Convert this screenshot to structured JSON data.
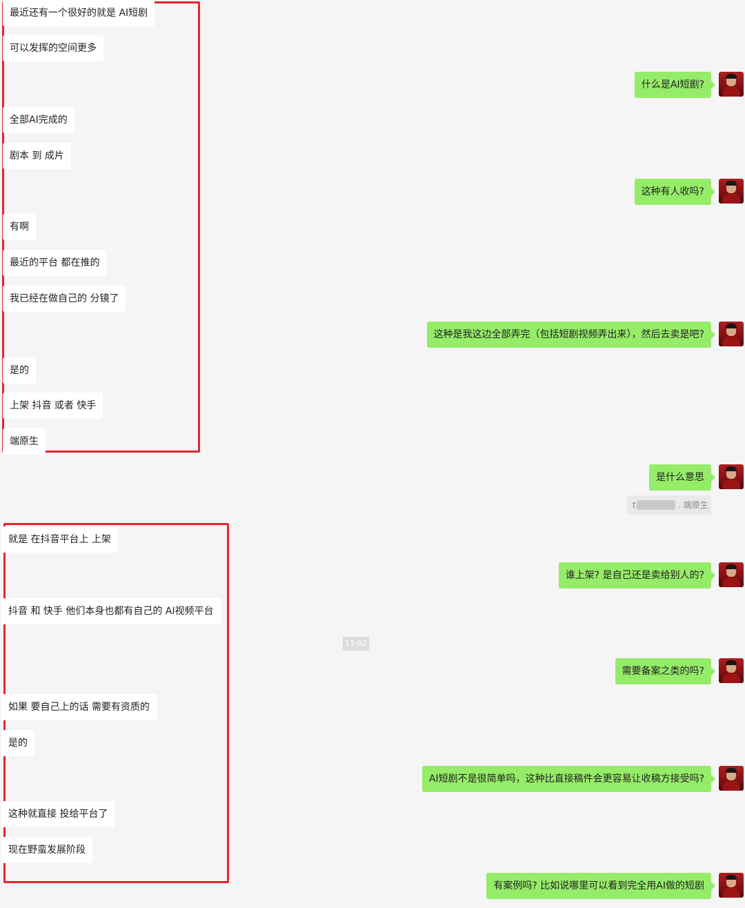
{
  "received_group_1": [
    "最近还有一个很好的就是 AI短剧",
    "可以发挥的空间更多",
    "全部AI完成的",
    "剧本 到 成片",
    "有啊",
    "最近的平台 都在推的",
    "我已经在做自己的 分镜了",
    "是的",
    "上架 抖音 或者 快手",
    "端原生"
  ],
  "received_group_2": [
    "就是 在抖音平台上 上架",
    "抖音 和 快手 他们本身也都有自己的 AI视频平台",
    "如果 要自己上的话 需要有资质的",
    "是的",
    "这种就直接 投给平台了",
    "现在野蛮发展阶段"
  ],
  "sent": [
    "什么是AI短剧?",
    "这种有人收吗?",
    "这种是我这边全部弄完（包括短剧视频弄出来），然后去卖是吧?",
    "是什么意思",
    "谁上架? 是自己还是卖给别人的?",
    "需要备案之类的吗?",
    "AI短剧不是很简单吗，这种比直接稿件会更容易让收稿方接受吗?",
    "有案例吗? 比如说哪里可以看到完全用AI做的短剧"
  ],
  "quote": {
    "prefix": "t",
    "text": ". 端原生"
  },
  "timestamp": "13:02",
  "colors": {
    "sent_bubble": "#95ec69",
    "received_bubble": "#ffffff",
    "background": "#f5f5f5",
    "highlight_box": "#e8242b"
  },
  "icons": {
    "avatar": "user-avatar-icon"
  }
}
